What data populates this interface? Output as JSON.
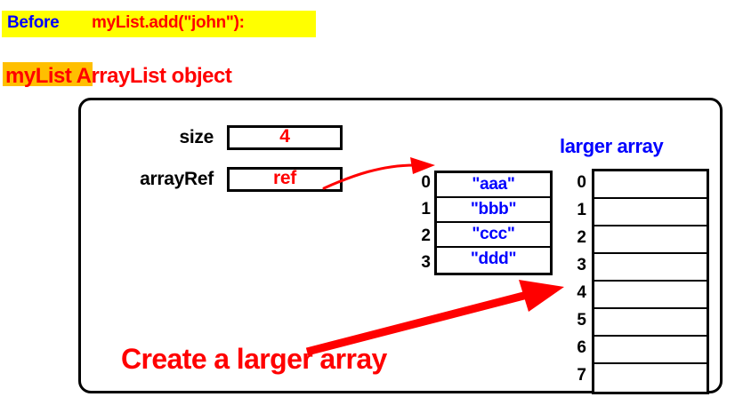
{
  "banner": {
    "label_before": "Before",
    "method_call": "myList.add(\"john\"):",
    "bg_color": "#FFFF00",
    "before_color": "#0000FF",
    "call_color": "#FF0000"
  },
  "object_title": {
    "highlighted_name": "myList",
    "full_text": "myList ArrayList object",
    "highlight_color": "#FFBF00",
    "text_color": "#FF0000"
  },
  "fields": [
    {
      "name": "size",
      "label": "size",
      "value": "4"
    },
    {
      "name": "arrayRef",
      "label": "arrayRef",
      "value": "ref"
    }
  ],
  "current_array": {
    "indices": [
      "0",
      "1",
      "2",
      "3"
    ],
    "values": [
      "\"aaa\"",
      "\"bbb\"",
      "\"ccc\"",
      "\"ddd\""
    ],
    "value_color": "#0000FF",
    "index_color": "#000000"
  },
  "larger_array": {
    "title": "larger array",
    "title_color": "#0000FF",
    "indices": [
      "0",
      "1",
      "2",
      "3",
      "4",
      "5",
      "6",
      "7"
    ],
    "values": [
      "",
      "",
      "",
      "",
      "",
      "",
      "",
      ""
    ]
  },
  "caption": {
    "text": "Create a larger array",
    "color": "#FF0000"
  },
  "arrows": [
    {
      "name": "arrayref-to-array-arrow",
      "color": "#FF0000",
      "style": "thin-curved"
    },
    {
      "name": "create-larger-array-arrow",
      "color": "#FF0000",
      "style": "thick-straight"
    }
  ]
}
